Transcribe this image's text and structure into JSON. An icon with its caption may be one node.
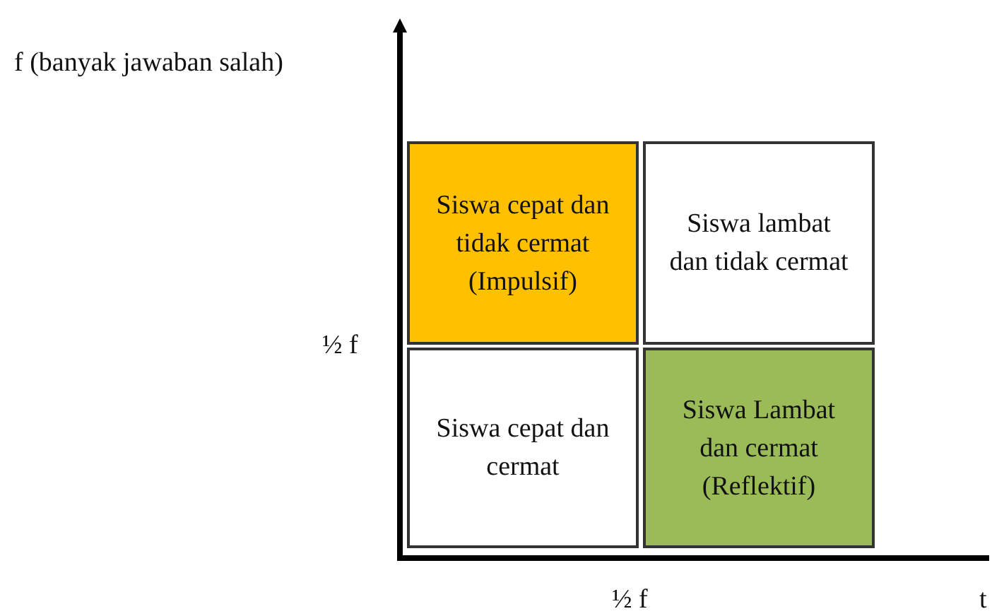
{
  "diagram": {
    "nodes": [
      {
        "text": [
          "Siswa cepat dan tidak cermat (Impulsif)"
        ]
      },
      {
        "text": [
          "Siswa lambat dan tidak cermat"
        ]
      },
      {
        "text": [
          "Siswa cepat dan cermat"
        ]
      },
      {
        "text": [
          "Siswa Lambat dan cermat (Reflektif)"
        ]
      }
    ],
    "labels": [
      "f (banyak jawaban salah)",
      "½ f",
      "½ f",
      "t"
    ]
  }
}
